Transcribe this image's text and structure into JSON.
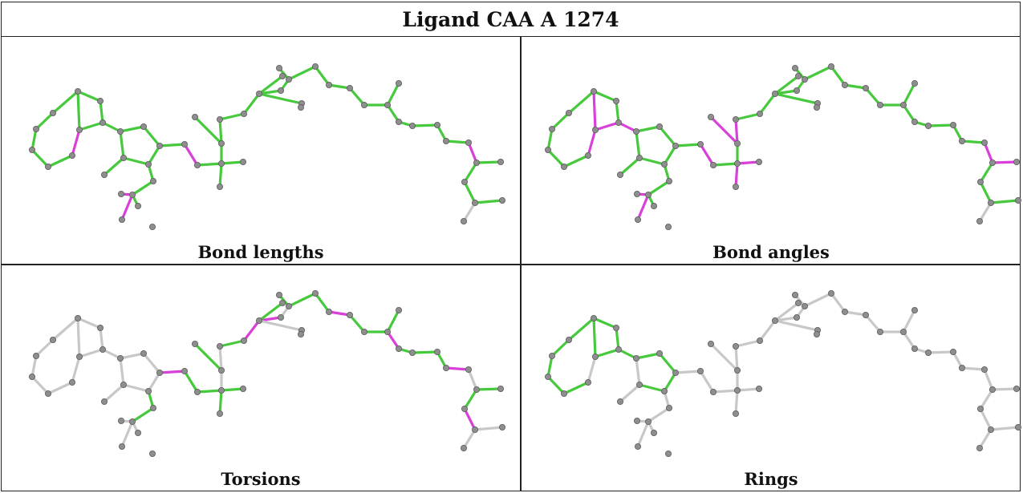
{
  "title": "Ligand CAA A 1274",
  "colors": {
    "green": "#46c93c",
    "magenta": "#d940d9",
    "grey": "#c8c8c8",
    "atom": "#8e8e8e",
    "atom_edge": "#5c5c5c"
  },
  "panels": [
    {
      "caption": "Bond lengths",
      "bonds": "GGGGGGGGGMGGGGGGGGGGMMGMGGGGGGGGGGGGGGGGGGGGGGGGMGGGG"
    },
    {
      "caption": "Bond angles",
      "bonds": "GGMMGGGGGMMGGGGGGGGGMMGMGGMMMMGGGGGGGGGGGGGGGGGGMMGGG"
    },
    {
      "caption": "Torsions",
      "bonds": "NNNNNNNNNNNNNNNNNGGNNNMGGNGGGNGMMNGNGGGMGGGMGGGMNGGMNN"
    },
    {
      "caption": "Rings",
      "bonds": "GGGGGGGGGNGGGGGNNNNNNNNNNNNNNNNNNNNNNNNNNNNNNNNNNNNNNN"
    }
  ]
}
